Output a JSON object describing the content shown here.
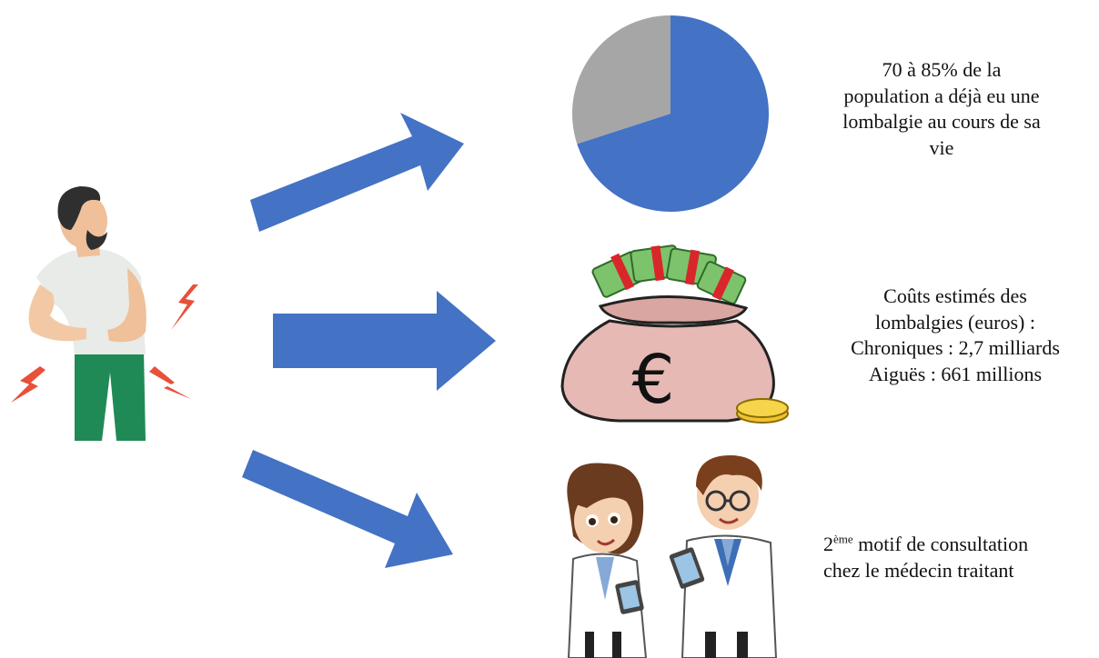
{
  "colors": {
    "arrow": "#4472c4",
    "pie_main": "#4472c4",
    "pie_rest": "#a6a6a6",
    "shirt": "#e8ebe8",
    "pants": "#1f8a56",
    "pain": "#e8503a",
    "bag": "#e6b9b4"
  },
  "icons": {
    "person": "back-pain-person",
    "pie": "pie-chart",
    "money": "money-bag-euro",
    "doctors": "doctors"
  },
  "chart_data": {
    "type": "pie",
    "values": [
      70,
      30
    ]
  },
  "texts": {
    "stat1": {
      "line1": "70 à 85% de la",
      "line2": "population a déjà eu une",
      "line3": "lombalgie au cours de sa",
      "line4": "vie"
    },
    "stat2": {
      "line1": "Coûts estimés des",
      "line2": "lombalgies (euros) :",
      "line3": "Chroniques : 2,7 milliards",
      "line4": "Aiguës : 661 millions"
    },
    "stat3": {
      "number": "2",
      "superscript": "ème",
      "line1_rest": " motif de consultation",
      "line2": "chez le médecin traitant"
    },
    "euro_symbol": "€"
  }
}
